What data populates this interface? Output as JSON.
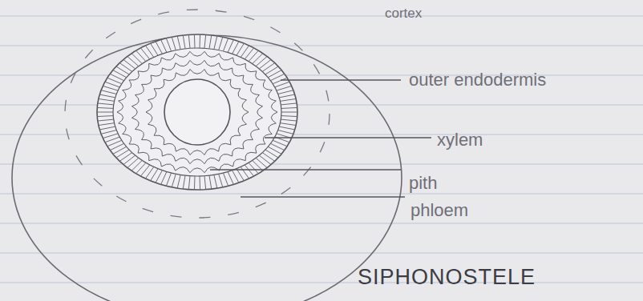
{
  "diagram": {
    "caption": "SIPHONOSTELE",
    "labels": [
      "cortex",
      "outer endodermis",
      "xylem",
      "pith",
      "phloem"
    ]
  }
}
